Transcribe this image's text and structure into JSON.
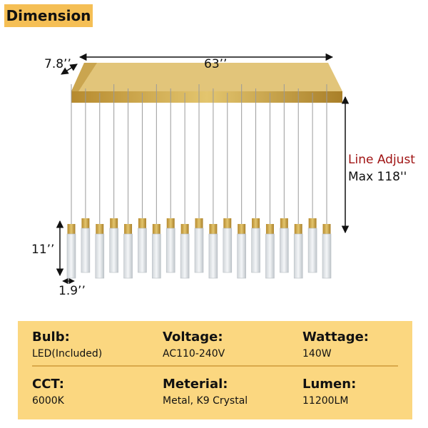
{
  "badge": {
    "label": "Dimension"
  },
  "dimensions": {
    "depth": "7.8’’",
    "length": "63’’",
    "pendant_height": "11’’",
    "pendant_width": "1.9’’",
    "line_adjust_label": "Line Adjust",
    "line_adjust_max": "Max 118''"
  },
  "colors": {
    "badge": "#f5bf55",
    "panel": "#fbd780",
    "gold": "#c9a24a",
    "accent_red": "#a01414"
  },
  "pendant_count": 19,
  "specs": [
    {
      "label": "Bulb:",
      "value": "LED(Included)"
    },
    {
      "label": "Voltage:",
      "value": "AC110-240V"
    },
    {
      "label": "Wattage:",
      "value": "140W"
    },
    {
      "label": "CCT:",
      "value": "6000K"
    },
    {
      "label": "Meterial:",
      "value": "Metal, K9 Crystal"
    },
    {
      "label": "Lumen:",
      "value": "11200LM"
    }
  ]
}
